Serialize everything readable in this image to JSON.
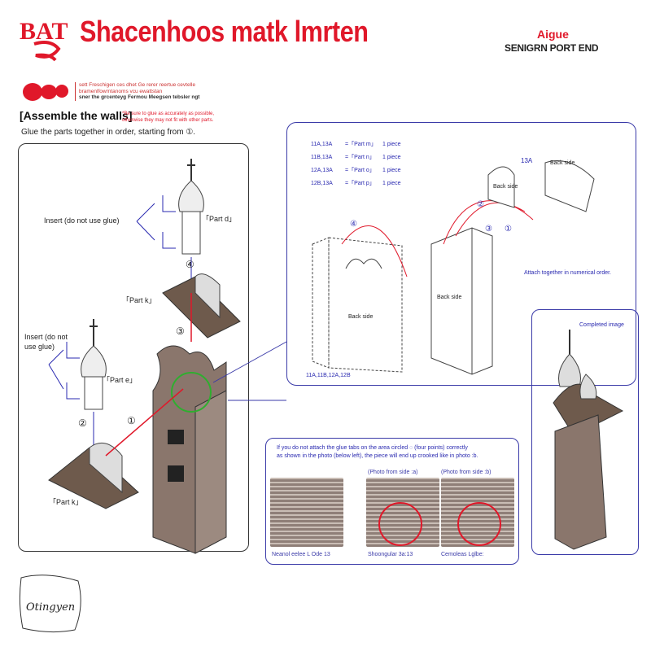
{
  "header": {
    "title": "Shacenhoos matk lmrten",
    "brand_top": "Aigue",
    "brand_bottom": "SENIGRN PORT END",
    "logo_text": "BAT"
  },
  "notice": {
    "line1": "sett Freschigen ces dhet Ge rerer reertue cevtelle",
    "line2": "bramenlfowrntanoms vcu ewattstan",
    "line3": "sner the grcenteyg Fermou Meegsen tebsler ngt"
  },
  "section": {
    "heading": "[Assemble the walls]",
    "warning_line1": "*Be sure to glue as accurately as possible,",
    "warning_line2": "otherwise they may not fit with other parts.",
    "instruction": "Glue the parts together in order, starting from ①."
  },
  "left_panel": {
    "insert_1": "Insert (do not use glue)",
    "insert_2_line1": "Insert (do not",
    "insert_2_line2": "use glue)",
    "part_d": "「Part d」",
    "part_e": "「Part e」",
    "part_k_1": "「Part k」",
    "part_k_2": "「Part k」",
    "step1": "①",
    "step2": "②",
    "step3": "③",
    "step4": "④"
  },
  "top_panel": {
    "parts": [
      {
        "code": "11A,13A",
        "part": "=「Part m」",
        "qty": "1 piece"
      },
      {
        "code": "11B,13A",
        "part": "=「Part n」",
        "qty": "1 piece"
      },
      {
        "code": "12A,13A",
        "part": "=「Part o」",
        "qty": "1 piece"
      },
      {
        "code": "12B,13A",
        "part": "=「Part p」",
        "qty": "1 piece"
      }
    ],
    "back_side_1": "Back side",
    "back_side_2": "Back side",
    "back_side_3": "Back side",
    "back_side_4": "Back side",
    "code_13a": "13A",
    "codes_bottom": "11A,11B,12A,12B",
    "attach_note": "Attach together in numerical order.",
    "step1": "①",
    "step2": "②",
    "step3": "③",
    "step4": "④"
  },
  "complete_panel": {
    "label": "Completed image"
  },
  "photo_panel": {
    "info_line1": "If you do not attach the glue tabs on the area circled ◌ (four points) correctly",
    "info_line2": "as shown in the photo (below left), the piece will end up crooked like in photo :b.",
    "photo_a_title": "(Photo from side :a)",
    "photo_b_title": "(Photo from side :b)",
    "caption_1": "Neanol eelee L Ode 13",
    "caption_2": "Shoongular 3a:13",
    "caption_3": "Cemoleas Lglbe:"
  },
  "signature": {
    "text": "Otingyen"
  },
  "colors": {
    "red": "#e0182a",
    "blue": "#2a2ab0",
    "wood": "#8a766c"
  }
}
